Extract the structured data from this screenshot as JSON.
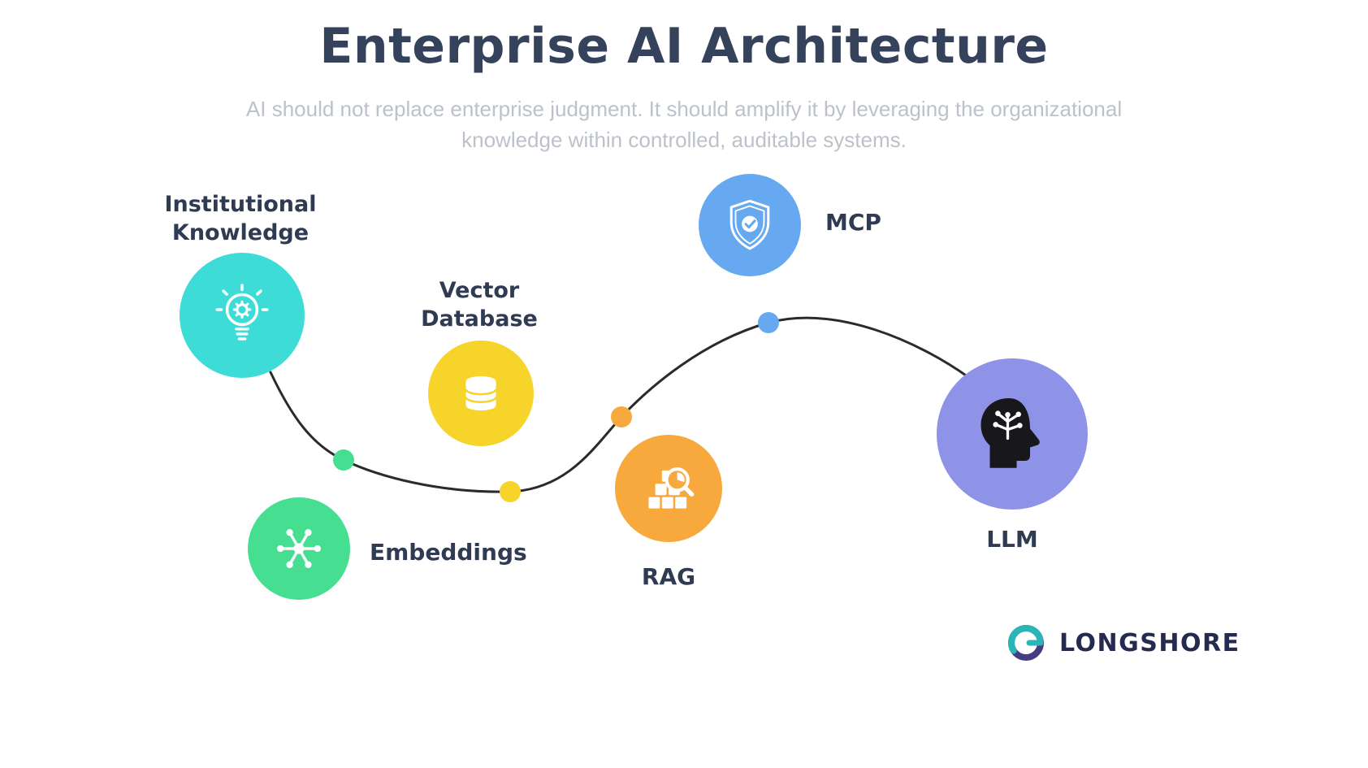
{
  "header": {
    "title": "Enterprise AI Architecture",
    "subtitle": "AI should not replace enterprise judgment. It should amplify it by leveraging the organizational\nknowledge within controlled, auditable systems."
  },
  "nodes": {
    "institutional_knowledge": {
      "label": "Institutional\nKnowledge",
      "color": "#3EDCD6",
      "icon": "lightbulb-gear-icon"
    },
    "vector_database": {
      "label": "Vector\nDatabase",
      "color": "#F6D42A",
      "icon": "database-icon"
    },
    "embeddings": {
      "label": "Embeddings",
      "color": "#46DE90",
      "icon": "network-nodes-icon"
    },
    "rag": {
      "label": "RAG",
      "color": "#F7A93E",
      "icon": "boxes-magnifier-icon"
    },
    "mcp": {
      "label": "MCP",
      "color": "#66A9F1",
      "icon": "shield-check-icon"
    },
    "llm": {
      "label": "LLM",
      "color": "#8F93E8",
      "icon": "head-brain-icon"
    }
  },
  "connector": {
    "line_color": "#2B2B2B",
    "dot_colors": [
      "#46DE90",
      "#F6D42A",
      "#F7A93E",
      "#66A9F1"
    ]
  },
  "footer": {
    "brand": "LONGSHORE",
    "logo_teal": "#2AB5B7",
    "logo_purple": "#463C82"
  }
}
